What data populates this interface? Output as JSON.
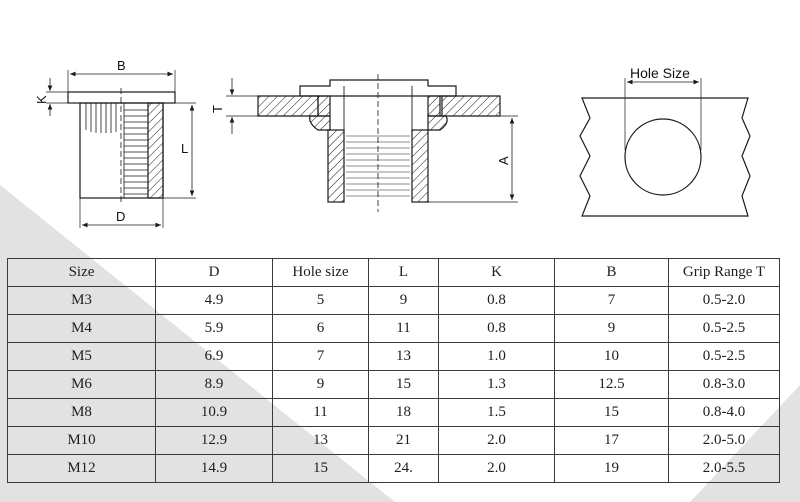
{
  "drawing_labels": {
    "b": "B",
    "k": "K",
    "l": "L",
    "d": "D",
    "t": "T",
    "a": "A",
    "hole_size": "Hole Size"
  },
  "table": {
    "headers": [
      "Size",
      "D",
      "Hole size",
      "L",
      "K",
      "B",
      "Grip Range T"
    ],
    "rows": [
      [
        "M3",
        "4.9",
        "5",
        "9",
        "0.8",
        "7",
        "0.5-2.0"
      ],
      [
        "M4",
        "5.9",
        "6",
        "11",
        "0.8",
        "9",
        "0.5-2.5"
      ],
      [
        "M5",
        "6.9",
        "7",
        "13",
        "1.0",
        "10",
        "0.5-2.5"
      ],
      [
        "M6",
        "8.9",
        "9",
        "15",
        "1.3",
        "12.5",
        "0.8-3.0"
      ],
      [
        "M8",
        "10.9",
        "11",
        "18",
        "1.5",
        "15",
        "0.8-4.0"
      ],
      [
        "M10",
        "12.9",
        "13",
        "21",
        "2.0",
        "17",
        "2.0-5.0"
      ],
      [
        "M12",
        "14.9",
        "15",
        "24.",
        "2.0",
        "19",
        "2.0-5.5"
      ]
    ]
  },
  "colors": {
    "background_band": "#dcdcdc",
    "line": "#1a1a1a"
  }
}
